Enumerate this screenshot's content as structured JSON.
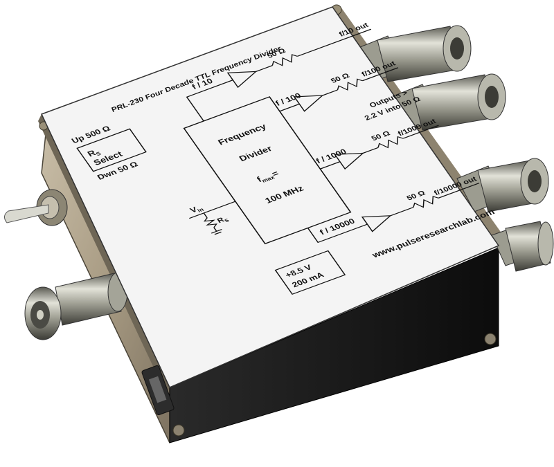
{
  "panel": {
    "title": "PRL-230 Four Decade TTL Frequency Divider",
    "rs_switch": {
      "up": "Up 500 Ω",
      "rs": "R",
      "rs_sub": "S",
      "select": "Select",
      "down": "Dwn 50 Ω"
    },
    "divider_block": {
      "line1": "Frequency",
      "line2": "Divider",
      "fmax": "f",
      "fmax_sub": "max",
      "fmax_eq": "=",
      "fmax_val": "100 MHz"
    },
    "input": {
      "vin": "V",
      "vin_sub": "in",
      "rs": "R",
      "rs_sub": "S"
    },
    "channels": [
      {
        "ratio": "f / 10",
        "resistor": "50 Ω",
        "out_label": "f/10 out"
      },
      {
        "ratio": "f / 100",
        "resistor": "50 Ω",
        "out_label": "f/100 out"
      },
      {
        "ratio": "f / 1000",
        "resistor": "50 Ω",
        "out_label": "f/1000 out"
      },
      {
        "ratio": "f / 10000",
        "resistor": "50 Ω",
        "out_label": "f/10000 out"
      }
    ],
    "outputs_note": {
      "line1": "Outputs >",
      "line2": "2.2 V into 50 Ω"
    },
    "power": {
      "line1": "+8.5 V",
      "line2": "200 mA"
    },
    "website": "www.pulseresearchlab.com"
  },
  "colors": {
    "panel_face": "#f4f4f4",
    "enclosure_dark": "#1a1a1a",
    "metal_tan": "#b4a48a",
    "connector_metal": "#9a9a8c"
  }
}
